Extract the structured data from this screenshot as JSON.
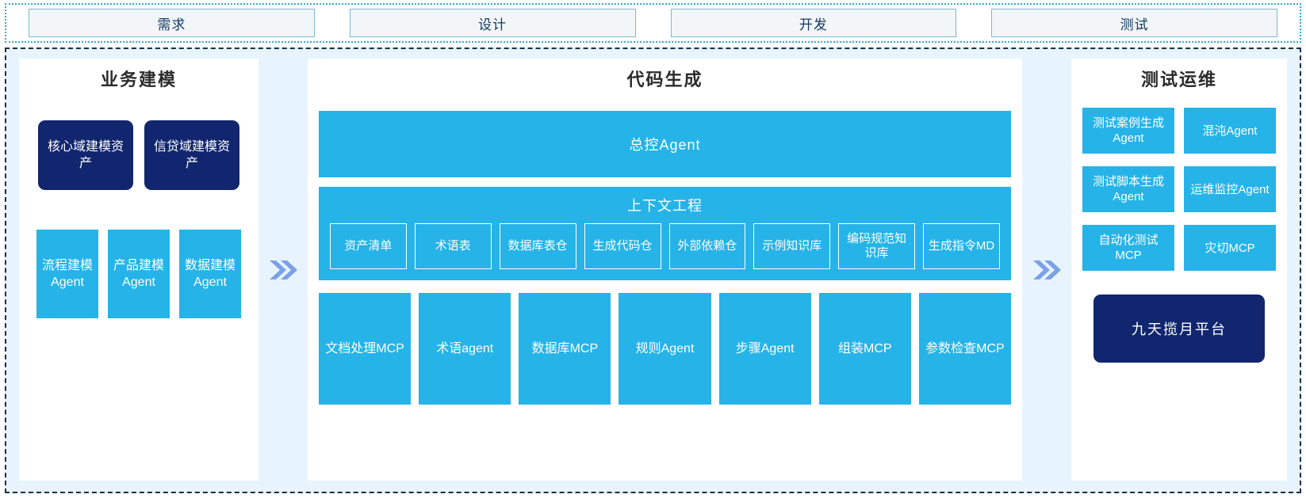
{
  "phases": {
    "tabs": [
      {
        "label": "需求"
      },
      {
        "label": "设计"
      },
      {
        "label": "开发"
      },
      {
        "label": "测试"
      }
    ]
  },
  "colors": {
    "accent_blue": "#26b3e8",
    "navy": "#11266e",
    "canvas_bg": "#e8f4fd",
    "chevron": "#7ba1e8",
    "tab_border": "#7cb9cf",
    "tab_bg": "#f2f6f9",
    "tab_text": "#123a63"
  },
  "stages": {
    "business_modeling": {
      "title": "业务建模",
      "assets": [
        {
          "label": "核心域建模资产"
        },
        {
          "label": "信贷域建模资产"
        }
      ],
      "agents": [
        {
          "label": "流程建模Agent"
        },
        {
          "label": "产品建模Agent"
        },
        {
          "label": "数据建模Agent"
        }
      ]
    },
    "code_generation": {
      "title": "代码生成",
      "master_agent": "总控Agent",
      "context_engineering": {
        "title": "上下文工程",
        "chips": [
          {
            "label": "资产清单"
          },
          {
            "label": "术语表"
          },
          {
            "label": "数据库表仓"
          },
          {
            "label": "生成代码仓"
          },
          {
            "label": "外部依赖仓"
          },
          {
            "label": "示例知识库"
          },
          {
            "label": "编码规范知识库"
          },
          {
            "label": "生成指令MD"
          }
        ]
      },
      "tools": [
        {
          "label": "文档处理MCP",
          "wrap": true
        },
        {
          "label": "术语agent",
          "wrap": false
        },
        {
          "label": "数据库MCP",
          "wrap": true
        },
        {
          "label": "规则Agent",
          "wrap": false
        },
        {
          "label": "步骤Agent",
          "wrap": false
        },
        {
          "label": "组装MCP",
          "wrap": false
        },
        {
          "label": "参数检查MCP",
          "wrap": true
        }
      ]
    },
    "test_ops": {
      "title": "测试运维",
      "cards": [
        {
          "label": "测试案例生成Agent"
        },
        {
          "label": "混沌Agent"
        },
        {
          "label": "测试脚本生成Agent"
        },
        {
          "label": "运维监控Agent"
        },
        {
          "label": "自动化测试MCP"
        },
        {
          "label": "灾切MCP"
        }
      ],
      "platform": {
        "label": "九天揽月平台"
      }
    }
  },
  "connectors": [
    {
      "name": "business-to-code",
      "icon": "double-chevron-right-icon"
    },
    {
      "name": "code-to-test",
      "icon": "double-chevron-right-icon"
    }
  ]
}
